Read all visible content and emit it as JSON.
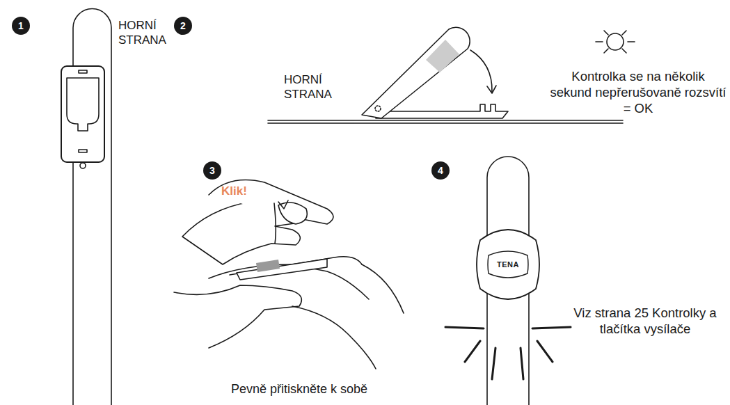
{
  "diagram": {
    "nodes": [
      {
        "text": [
          "1"
        ]
      },
      {
        "text": [
          "2"
        ]
      },
      {
        "text": [
          "3"
        ]
      },
      {
        "text": [
          "4"
        ]
      },
      {
        "text": [
          "TENA"
        ]
      }
    ],
    "labels": [
      "HORNÍ STRANA",
      "HORNÍ STRANA",
      "Klik!",
      "Pevně přitiskněte k sobě",
      "Kontrolka se na několik sekund nepřerušovaně rozsvítí = OK",
      "Viz strana 25 Kontrolky a tlačítka vysílače"
    ]
  }
}
